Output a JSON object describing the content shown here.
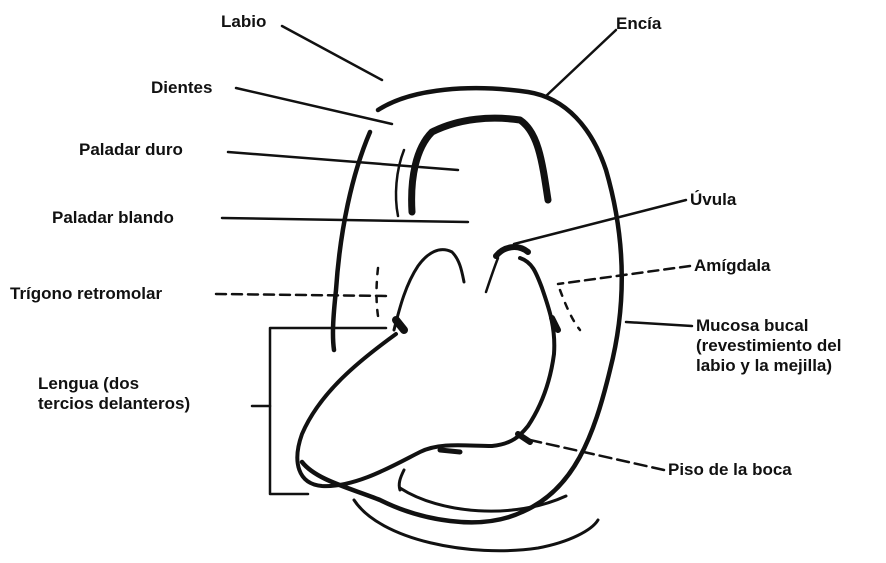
{
  "figure": {
    "labels": {
      "labio": "Labio",
      "encia": "Encía",
      "dientes": "Dientes",
      "paladar_duro": "Paladar duro",
      "paladar_blando": "Paladar blando",
      "uvula": "Úvula",
      "amigdala": "Amígdala",
      "trigono_retromolar": "Trígono retromolar",
      "mucosa_bucal": [
        "Mucosa bucal",
        "(revestimiento del",
        "labio y la mejilla)"
      ],
      "lengua": [
        "Lengua (dos",
        "tercios delanteros)"
      ],
      "piso_de_la_boca": "Piso de la boca"
    },
    "colors": {
      "ink": "#111111",
      "background": "#ffffff"
    }
  }
}
